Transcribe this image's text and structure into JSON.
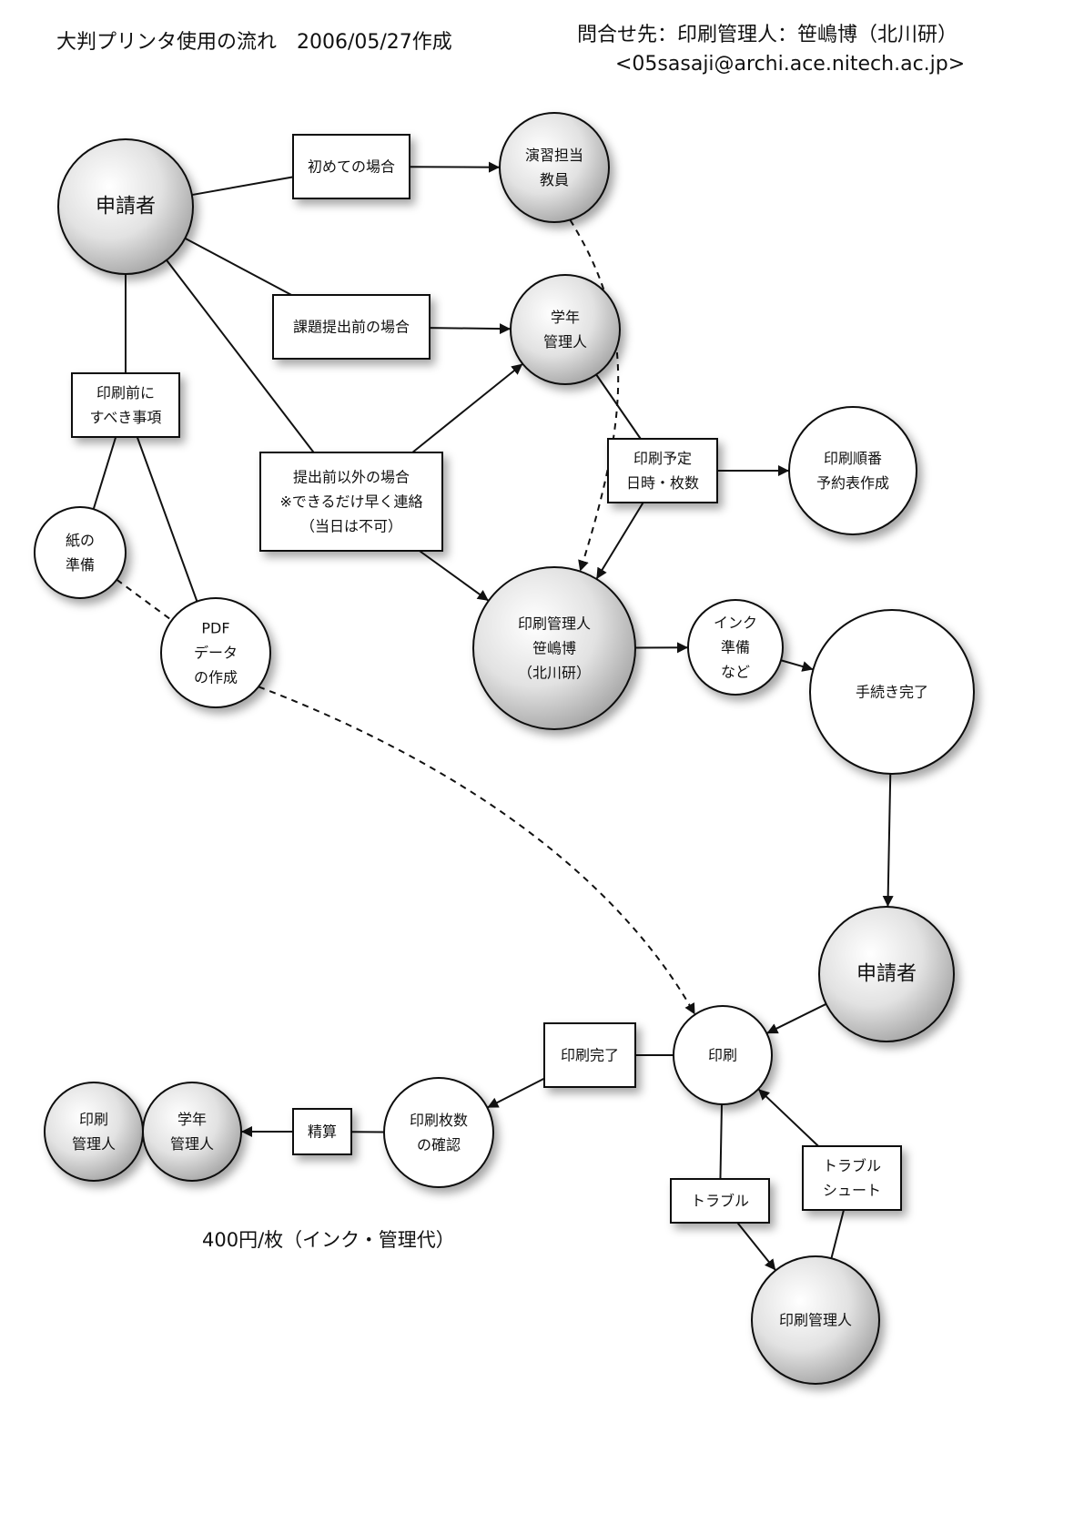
{
  "header": {
    "title": "大判プリンタ使用の流れ　2006/05/27作成",
    "contact": "問合せ先：印刷管理人：笹嶋博（北川研）",
    "email": "<05sasaji@archi.ace.nitech.ac.jp>"
  },
  "footer": {
    "price_note": "400円/枚（インク・管理代）"
  },
  "nodes": [
    {
      "id": "applicant-top",
      "lines": [
        "申請者"
      ],
      "shape": "circle",
      "style": "gray"
    },
    {
      "id": "first-time",
      "lines": [
        "初めての場合"
      ],
      "shape": "box"
    },
    {
      "id": "exercise-teacher",
      "lines": [
        "演習担当",
        "教員"
      ],
      "shape": "circle",
      "style": "gray"
    },
    {
      "id": "before-deadline",
      "lines": [
        "課題提出前の場合"
      ],
      "shape": "box"
    },
    {
      "id": "grade-manager",
      "lines": [
        "学年",
        "管理人"
      ],
      "shape": "circle",
      "style": "gray"
    },
    {
      "id": "prep-before-print",
      "lines": [
        "印刷前に",
        "すべき事項"
      ],
      "shape": "box"
    },
    {
      "id": "other-cases",
      "lines": [
        "提出前以外の場合",
        "※できるだけ早く連絡",
        "（当日は不可）"
      ],
      "shape": "box"
    },
    {
      "id": "print-schedule",
      "lines": [
        "印刷予定",
        "日時・枚数"
      ],
      "shape": "box"
    },
    {
      "id": "print-order",
      "lines": [
        "印刷順番",
        "予約表作成"
      ],
      "shape": "circle",
      "style": "white"
    },
    {
      "id": "paper-prep",
      "lines": [
        "紙の",
        "準備"
      ],
      "shape": "circle",
      "style": "white"
    },
    {
      "id": "print-manager-main",
      "lines": [
        "印刷管理人",
        "笹嶋博",
        "（北川研）"
      ],
      "shape": "circle",
      "style": "gray"
    },
    {
      "id": "pdf-data",
      "lines": [
        "PDF",
        "データ",
        "の作成"
      ],
      "shape": "circle",
      "style": "white"
    },
    {
      "id": "ink-prep",
      "lines": [
        "インク",
        "準備",
        "など"
      ],
      "shape": "circle",
      "style": "white"
    },
    {
      "id": "procedure-done",
      "lines": [
        "手続き完了"
      ],
      "shape": "circle",
      "style": "white"
    },
    {
      "id": "applicant-bottom",
      "lines": [
        "申請者"
      ],
      "shape": "circle",
      "style": "gray"
    },
    {
      "id": "print-done",
      "lines": [
        "印刷完了"
      ],
      "shape": "box"
    },
    {
      "id": "printing",
      "lines": [
        "印刷"
      ],
      "shape": "circle",
      "style": "white"
    },
    {
      "id": "settlement",
      "lines": [
        "精算"
      ],
      "shape": "box"
    },
    {
      "id": "sheet-check",
      "lines": [
        "印刷枚数",
        "の確認"
      ],
      "shape": "circle",
      "style": "white"
    },
    {
      "id": "print-manager-small",
      "lines": [
        "印刷",
        "管理人"
      ],
      "shape": "circle",
      "style": "gray"
    },
    {
      "id": "grade-manager-small",
      "lines": [
        "学年",
        "管理人"
      ],
      "shape": "circle",
      "style": "gray"
    },
    {
      "id": "trouble",
      "lines": [
        "トラブル"
      ],
      "shape": "box"
    },
    {
      "id": "troubleshoot",
      "lines": [
        "トラブル",
        "シュート"
      ],
      "shape": "box"
    },
    {
      "id": "print-manager-bottom",
      "lines": [
        "印刷管理人"
      ],
      "shape": "circle",
      "style": "gray"
    }
  ],
  "edges": [
    {
      "from": "applicant-top",
      "to": "first-time",
      "style": "solid"
    },
    {
      "from": "first-time",
      "to": "exercise-teacher",
      "style": "arrow"
    },
    {
      "from": "applicant-top",
      "to": "before-deadline",
      "style": "solid"
    },
    {
      "from": "before-deadline",
      "to": "grade-manager",
      "style": "arrow"
    },
    {
      "from": "applicant-top",
      "to": "other-cases",
      "style": "solid"
    },
    {
      "from": "other-cases",
      "to": "grade-manager",
      "style": "arrow"
    },
    {
      "from": "other-cases",
      "to": "print-manager-main",
      "style": "arrow"
    },
    {
      "from": "applicant-top",
      "to": "prep-before-print",
      "style": "solid"
    },
    {
      "from": "prep-before-print",
      "to": "paper-prep",
      "style": "solid"
    },
    {
      "from": "prep-before-print",
      "to": "pdf-data",
      "style": "solid"
    },
    {
      "from": "exercise-teacher",
      "to": "print-manager-main",
      "style": "dashed-arrow"
    },
    {
      "from": "grade-manager",
      "to": "print-schedule",
      "style": "solid"
    },
    {
      "from": "print-schedule",
      "to": "print-order",
      "style": "arrow"
    },
    {
      "from": "print-schedule",
      "to": "print-manager-main",
      "style": "arrow"
    },
    {
      "from": "print-manager-main",
      "to": "ink-prep",
      "style": "arrow"
    },
    {
      "from": "ink-prep",
      "to": "procedure-done",
      "style": "arrow"
    },
    {
      "from": "procedure-done",
      "to": "applicant-bottom",
      "style": "arrow"
    },
    {
      "from": "applicant-bottom",
      "to": "printing",
      "style": "arrow"
    },
    {
      "from": "paper-prep",
      "to": "pdf-data",
      "style": "dashed"
    },
    {
      "from": "pdf-data",
      "to": "printing",
      "style": "dashed-arrow"
    },
    {
      "from": "printing",
      "to": "print-done",
      "style": "solid"
    },
    {
      "from": "print-done",
      "to": "sheet-check",
      "style": "arrow"
    },
    {
      "from": "sheet-check",
      "to": "settlement",
      "style": "solid"
    },
    {
      "from": "settlement",
      "to": "grade-manager-small",
      "style": "arrow"
    },
    {
      "from": "printing",
      "to": "trouble",
      "style": "solid"
    },
    {
      "from": "trouble",
      "to": "print-manager-bottom",
      "style": "arrow"
    },
    {
      "from": "print-manager-bottom",
      "to": "troubleshoot",
      "style": "solid"
    },
    {
      "from": "troubleshoot",
      "to": "printing",
      "style": "arrow"
    }
  ]
}
